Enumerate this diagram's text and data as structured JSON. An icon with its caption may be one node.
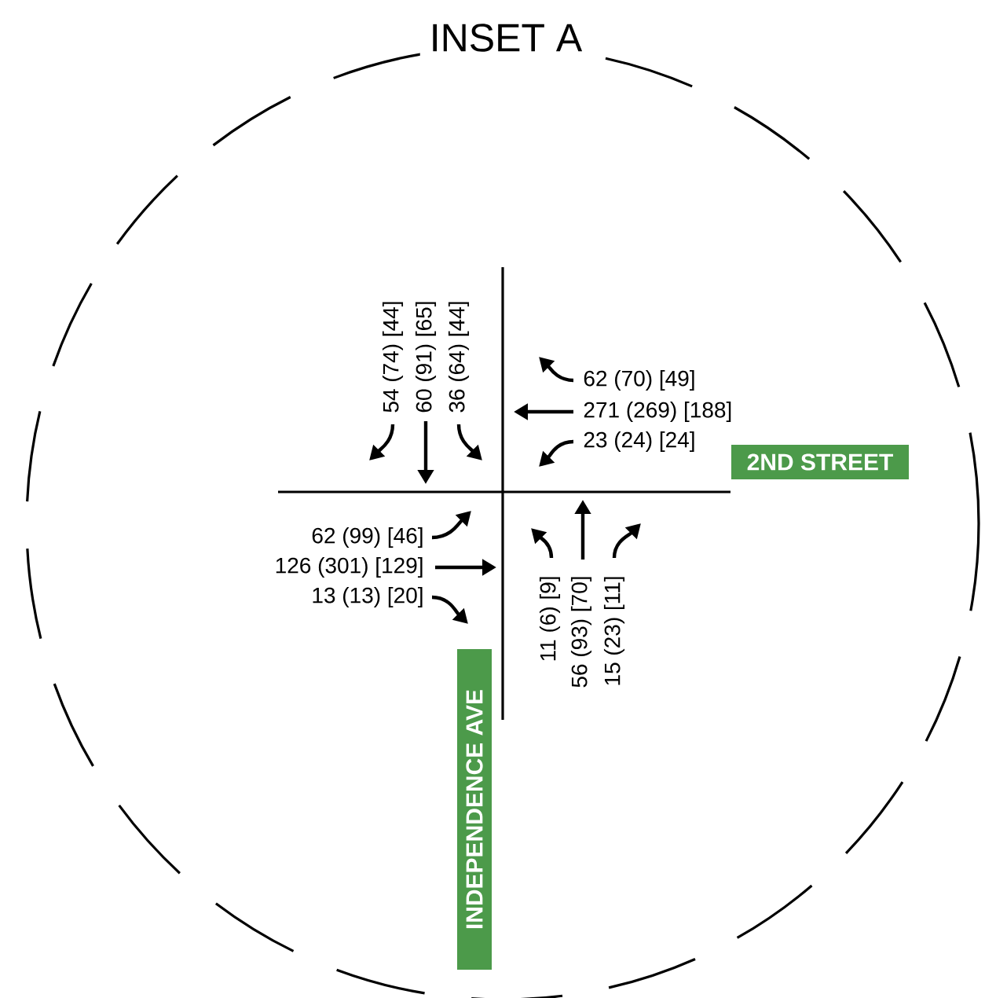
{
  "diagram": {
    "title": "INSET A",
    "nodes": [
      {
        "text": [
          "2ND STREET"
        ]
      },
      {
        "text": [
          "INDEPENDENCE AVE"
        ]
      }
    ],
    "labels": [
      "54 (74) [44]",
      "60 (91) [65]",
      "36 (64) [44]",
      "62 (70) [49]",
      "271 (269) [188]",
      "23 (24) [24]",
      "62 (99) [46]",
      "126 (301) [129]",
      "13 (13) [20]",
      "11 (6) [9]",
      "56 (93) [70]",
      "15 (23) [11]"
    ]
  }
}
